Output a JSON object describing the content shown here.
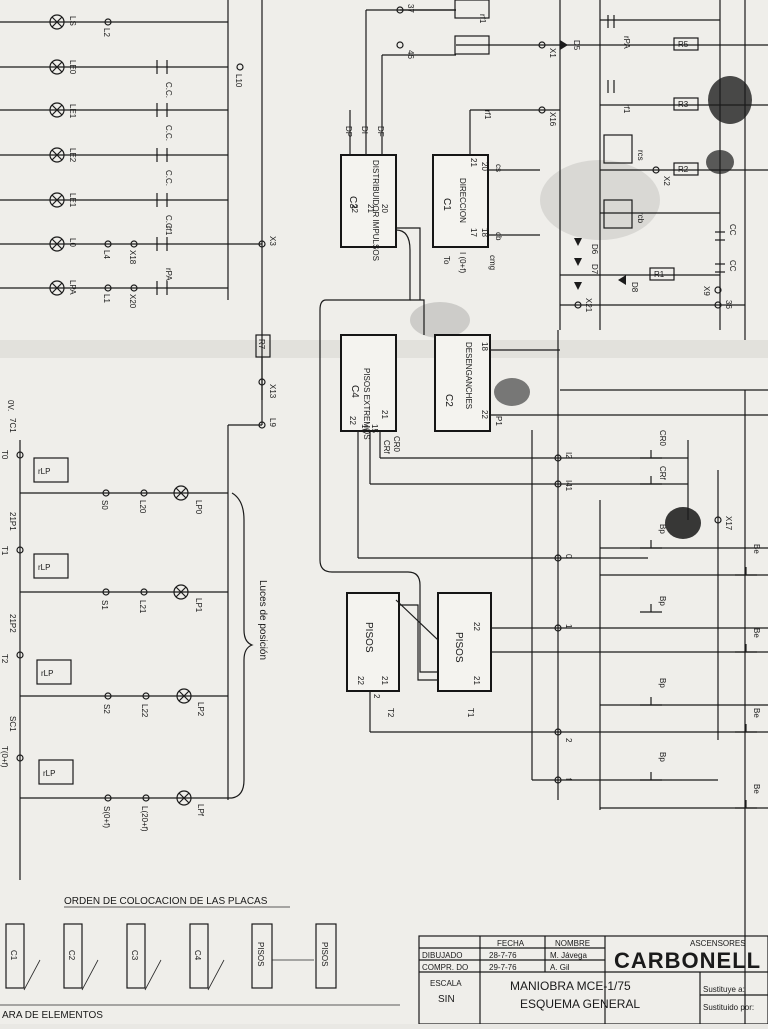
{
  "diagram": {
    "lamp_labels": [
      "LS",
      "LE0",
      "LE1",
      "LE2",
      "LE1",
      "L0",
      "LPA"
    ],
    "lamp_contacts": [
      "C.C.",
      "C.C.",
      "C.C.",
      "C.C.",
      "rf1",
      "rPA"
    ],
    "row_terminals": [
      "L2",
      "L10",
      "L4",
      "L1",
      "X18",
      "X20",
      "X3",
      "X13",
      "L9"
    ],
    "rp_label": "R7",
    "blocks": {
      "c3": {
        "id": "C3",
        "name": "DISTRIBUIDOR IMPULSOS",
        "pins": [
          "DP",
          "DI",
          "DF",
          "22",
          "21",
          "20"
        ]
      },
      "c1": {
        "id": "C1",
        "name": "DIRECCION",
        "pins": [
          "rf1",
          "21",
          "20",
          "17",
          "18",
          "cs",
          "cb",
          "cmg"
        ],
        "output": "I (0+f)",
        "output2": "To"
      },
      "c2": {
        "id": "C2",
        "name": "DESENGANCHES",
        "pins": [
          "18",
          "22",
          "P1"
        ]
      },
      "c4": {
        "id": "C4",
        "name": "PISOS EXTREMOS",
        "pins": [
          "21",
          "15",
          "16",
          "22",
          "CR0",
          "CRf"
        ]
      },
      "p1": {
        "name": "PISOS",
        "pins": [
          "21",
          "22",
          "2",
          "T2"
        ]
      },
      "p2": {
        "name": "PISOS",
        "pins": [
          "22",
          "21",
          "T1"
        ]
      }
    },
    "right_terminals": [
      "37",
      "46",
      "X1",
      "X16",
      "X2",
      "X9",
      "36",
      "X21",
      "I2",
      "I41",
      "X17",
      "0",
      "1",
      "2",
      "f"
    ],
    "resistors": [
      "R5",
      "R3",
      "R2",
      "R1"
    ],
    "relay_coils": [
      "rf1",
      "rPA",
      "rf1",
      "rcs",
      "rcb",
      "CC",
      "CC",
      "D5",
      "D6",
      "D7",
      "D8"
    ],
    "bottom_left": {
      "rows": [
        {
          "top": "7C1",
          "term": "T0",
          "coil": "rLP",
          "s": "S0",
          "l": "L20",
          "lamp": "LP0"
        },
        {
          "top": "21P1",
          "term": "T1",
          "coil": "rLP",
          "s": "S1",
          "l": "L21",
          "lamp": "LP1"
        },
        {
          "top": "21P2",
          "term": "T2",
          "coil": "rLP",
          "s": "S2",
          "l": "L22",
          "lamp": "LP2"
        },
        {
          "top": "SC1",
          "term": "T(0+f)",
          "coil": "rLP",
          "s": "S(0+f)",
          "l": "L(20+f)",
          "lamp": "LPf"
        }
      ],
      "brace_label": "Luces de posición",
      "left_top": "0V."
    },
    "bp_labels": [
      "CR0",
      "CRf",
      "Bp",
      "Bp",
      "Bp",
      "Bp",
      "Be",
      "Be",
      "Be",
      "Be"
    ]
  },
  "placement": {
    "title": "ORDEN DE COLOCACION DE LAS PLACAS",
    "plates": [
      "C1",
      "C2",
      "C3",
      "C4",
      "PISOS",
      "PISOS"
    ],
    "footer": "ARA DE ELEMENTOS"
  },
  "title_block": {
    "fecha_label": "FECHA",
    "nombre_label": "NOMBRE",
    "dibujado_label": "DIBUJADO",
    "dibujado_date": "28-7-76",
    "dibujado_name": "M. Jávega",
    "comprobado_label": "COMPR. DO",
    "comprobado_date": "29-7-76",
    "comprobado_name": "A. Gil",
    "escala_label": "ESCALA",
    "escala_value": "SIN",
    "company_small": "ASCENSORES",
    "company": "CARBONELL",
    "doc_title": "MANIOBRA  MCE-1/75",
    "doc_subtitle": "ESQUEMA  GENERAL",
    "substitutes": "Sustituye a:",
    "substituted_by": "Sustituido por:"
  }
}
